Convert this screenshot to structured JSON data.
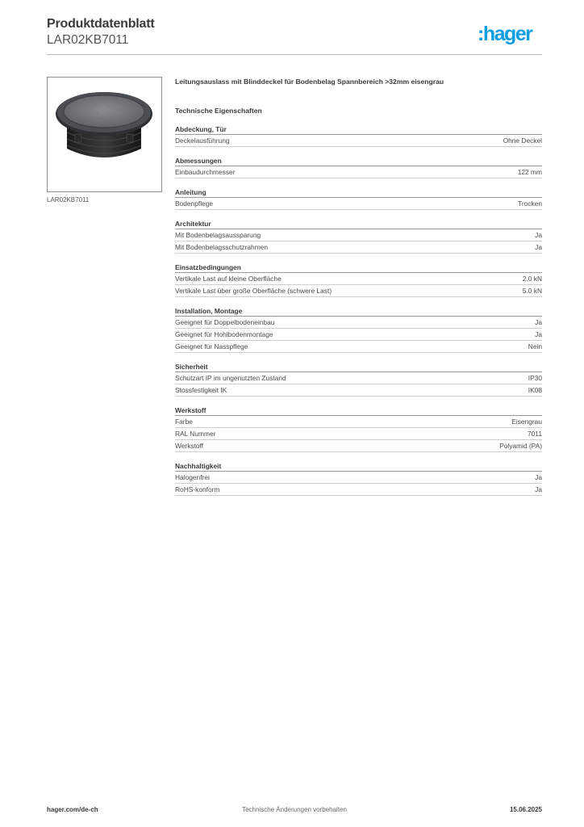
{
  "header": {
    "title": "Produktdatenblatt",
    "product_code": "LAR02KB7011",
    "logo_text": ":hager",
    "brand_color": "#0a9ee0"
  },
  "image": {
    "caption": "LAR02KB7011",
    "icon": "floor-outlet-product-photo"
  },
  "product": {
    "description": "Leitungsauslass mit Blinddeckel für Bodenbelag Spannbereich >32mm eisengrau"
  },
  "section_heading": "Technische Eigenschaften",
  "groups": [
    {
      "title": "Abdeckung, Tür",
      "rows": [
        {
          "label": "Deckelausführung",
          "value": "Ohne Deckel"
        }
      ]
    },
    {
      "title": "Abmessungen",
      "rows": [
        {
          "label": "Einbaudurchmesser",
          "value": "122 mm"
        }
      ]
    },
    {
      "title": "Anleitung",
      "rows": [
        {
          "label": "Bodenpflege",
          "value": "Trocken"
        }
      ]
    },
    {
      "title": "Architektur",
      "rows": [
        {
          "label": "Mit Bodenbelagsaussparung",
          "value": "Ja"
        },
        {
          "label": "Mit Bodenbelagsschutzrahmen",
          "value": "Ja"
        }
      ]
    },
    {
      "title": "Einsatzbedingungen",
      "rows": [
        {
          "label": "Vertikale Last auf kleine Oberfläche",
          "value": "2.0 kN"
        },
        {
          "label": "Vertikale Last über große Oberfläche (schwere Last)",
          "value": "5.0 kN"
        }
      ]
    },
    {
      "title": "Installation, Montage",
      "rows": [
        {
          "label": "Geeignet für Doppelbodeneinbau",
          "value": "Ja"
        },
        {
          "label": "Geeignet für Hohlbodenmontage",
          "value": "Ja"
        },
        {
          "label": "Geeignet für Nasspflege",
          "value": "Nein"
        }
      ]
    },
    {
      "title": "Sicherheit",
      "rows": [
        {
          "label": "Schutzart IP im ungenutzten Zustand",
          "value": "IP30"
        },
        {
          "label": "Stossfestigkeit IK",
          "value": "IK08"
        }
      ]
    },
    {
      "title": "Werkstoff",
      "rows": [
        {
          "label": "Farbe",
          "value": "Eisengrau"
        },
        {
          "label": "RAL Nummer",
          "value": "7011"
        },
        {
          "label": "Werkstoff",
          "value": "Polyamid (PA)"
        }
      ]
    },
    {
      "title": "Nachhaltigkeit",
      "rows": [
        {
          "label": "Halogenfrei",
          "value": "Ja"
        },
        {
          "label": "RoHS-konform",
          "value": "Ja"
        }
      ]
    }
  ],
  "footer": {
    "website": "hager.com/de-ch",
    "notice": "Technische Änderungen vorbehalten",
    "date": "15.06.2025"
  }
}
